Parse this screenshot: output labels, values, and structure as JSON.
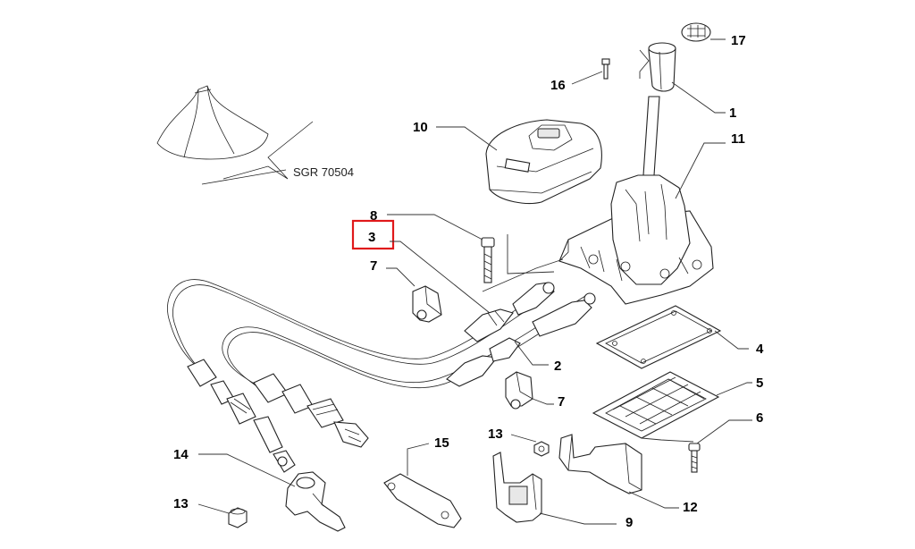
{
  "diagram": {
    "reference_code": "SGR 70504",
    "highlight_color": "#e0191b",
    "highlighted_callout": "3",
    "callouts": {
      "c1": "1",
      "c2": "2",
      "c3": "3",
      "c4": "4",
      "c5": "5",
      "c6": "6",
      "c7a": "7",
      "c7b": "7",
      "c8": "8",
      "c9": "9",
      "c10": "10",
      "c11": "11",
      "c12": "12",
      "c13a": "13",
      "c13b": "13",
      "c14": "14",
      "c15": "15",
      "c16": "16",
      "c17": "17"
    }
  }
}
